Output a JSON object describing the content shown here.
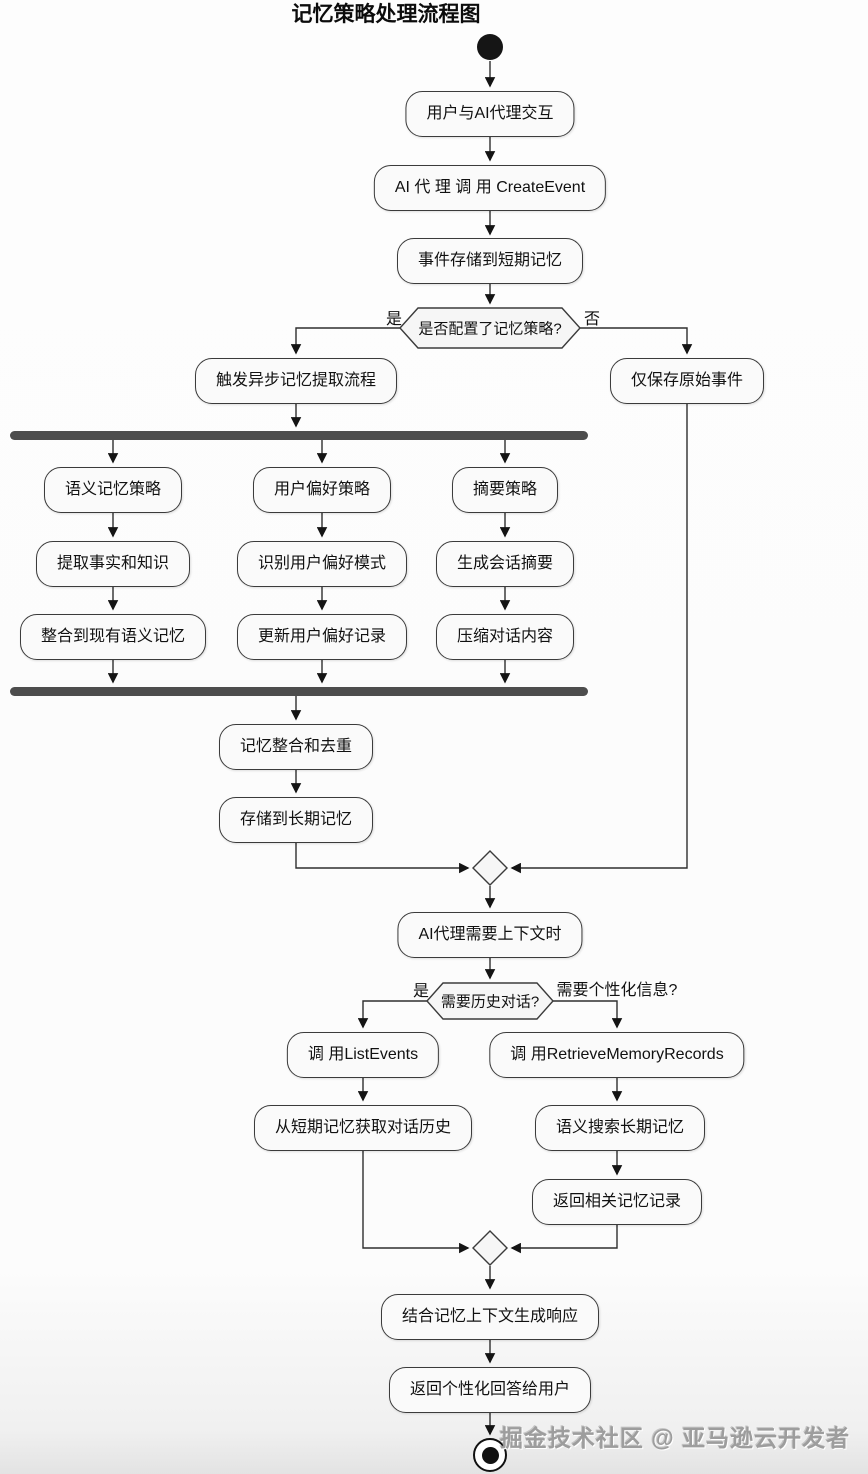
{
  "title": "记忆策略处理流程图",
  "watermark": "掘金技术社区 @ 亚马逊云开发者",
  "colors": {
    "node_fill": "#fafafa",
    "node_border": "#3b3b3b",
    "decision_fill": "#f6f6f6",
    "sync_bar": "#4d4d4d",
    "arrow": "#141414",
    "watermark_text": "#9d9d9d"
  },
  "flow": {
    "interact": "用户与AI代理交互",
    "create_event": "AI 代 理 调 用 CreateEvent",
    "store_short": "事件存储到短期记忆",
    "decision_configured": "是否配置了记忆策略?",
    "yes": "是",
    "no": "否",
    "trigger_async": "触发异步记忆提取流程",
    "save_raw": "仅保存原始事件",
    "parallel": [
      {
        "steps": [
          "语义记忆策略",
          "提取事实和知识",
          "整合到现有语义记忆"
        ]
      },
      {
        "steps": [
          "用户偏好策略",
          "识别用户偏好模式",
          "更新用户偏好记录"
        ]
      },
      {
        "steps": [
          "摘要策略",
          "生成会话摘要",
          "压缩对话内容"
        ]
      }
    ],
    "dedupe": "记忆整合和去重",
    "store_long": "存储到长期记忆",
    "need_context": "AI代理需要上下文时",
    "decision_history": "需要历史对话?",
    "yes2": "是",
    "label_personal": "需要个性化信息?",
    "list_events": "调 用ListEvents",
    "get_history": "从短期记忆获取对话历史",
    "retrieve_records": "调 用RetrieveMemoryRecords",
    "semantic_search": "语义搜索长期记忆",
    "return_records": "返回相关记忆记录",
    "combine_context": "结合记忆上下文生成响应",
    "return_answer": "返回个性化回答给用户"
  }
}
